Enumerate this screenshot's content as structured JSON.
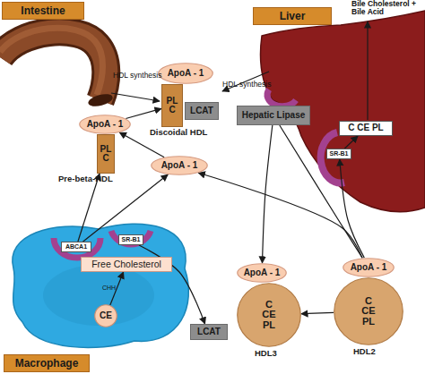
{
  "diagram": {
    "nodes": [
      {
        "text": [
          "Intestine"
        ]
      },
      {
        "text": [
          "ApoA - 1"
        ]
      },
      {
        "text": [
          "PL C",
          "Discoidal HDL"
        ]
      },
      {
        "text": [
          "LCAT"
        ]
      },
      {
        "text": [
          "Liver"
        ]
      },
      {
        "text": [
          "Hepatic Lipase"
        ]
      },
      {
        "text": [
          "C CE PL"
        ]
      },
      {
        "text": [
          "SR-B1"
        ]
      },
      {
        "text": [
          "ApoA - 1"
        ]
      },
      {
        "text": [
          "PL C",
          "Pre-beta-HDL"
        ]
      },
      {
        "text": [
          "ApoA - 1"
        ]
      },
      {
        "text": [
          "ABCA1"
        ]
      },
      {
        "text": [
          "SR-B1"
        ]
      },
      {
        "text": [
          "Free Cholesterol"
        ]
      },
      {
        "text": [
          "CE"
        ]
      },
      {
        "text": [
          "ApoA - 1"
        ]
      },
      {
        "text": [
          "C CE PL",
          "HDL3"
        ]
      },
      {
        "text": [
          "LCAT"
        ]
      },
      {
        "text": [
          "ApoA - 1"
        ]
      },
      {
        "text": [
          "C CE PL",
          "HDL2"
        ]
      },
      {
        "text": [
          "Macrophage"
        ]
      }
    ],
    "edges": [
      {
        "from": 8,
        "to": 2,
        "arrow": "to"
      },
      {
        "from": 10,
        "to": 8,
        "arrow": "to"
      },
      {
        "from": 11,
        "to": 9,
        "arrow": "to"
      },
      {
        "from": 11,
        "to": 10,
        "arrow": "to"
      },
      {
        "from": 12,
        "to": 17,
        "arrow": "to"
      },
      {
        "from": 14,
        "to": 13,
        "arrow": "to"
      },
      {
        "from": 19,
        "to": 16,
        "arrow": "to"
      },
      {
        "from": 5,
        "to": 15,
        "arrow": "to"
      },
      {
        "from": 18,
        "to": 10,
        "arrow": "to"
      },
      {
        "from": 18,
        "to": 7,
        "arrow": "to"
      },
      {
        "from": 7,
        "to": 6,
        "arrow": "to"
      },
      {
        "from": 18,
        "to": 5,
        "arrow": "none"
      }
    ],
    "labels": [
      "HDL synthesis",
      "HDL synthesis",
      "Bile Cholesterol + Bile Acid",
      "CHH"
    ]
  }
}
